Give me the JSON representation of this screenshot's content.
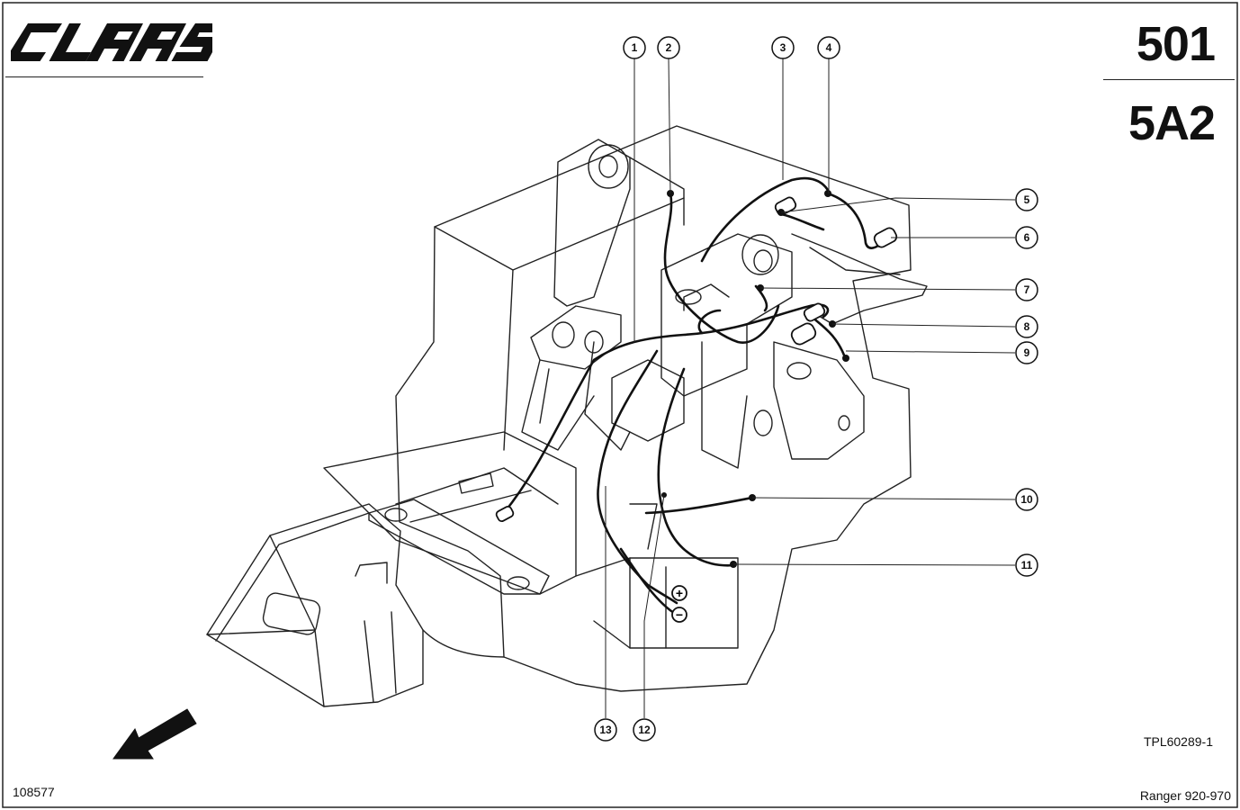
{
  "header": {
    "brand": "CLAAS",
    "code_main": "501",
    "code_sub": "5A2"
  },
  "footer": {
    "drawing_ref": "TPL60289-1",
    "doc_number": "108577",
    "model": "Ranger 920-970"
  },
  "callouts": [
    "1",
    "2",
    "3",
    "4",
    "5",
    "6",
    "7",
    "8",
    "9",
    "10",
    "11",
    "12",
    "13"
  ],
  "terminals": {
    "positive": "+",
    "negative": "−"
  }
}
